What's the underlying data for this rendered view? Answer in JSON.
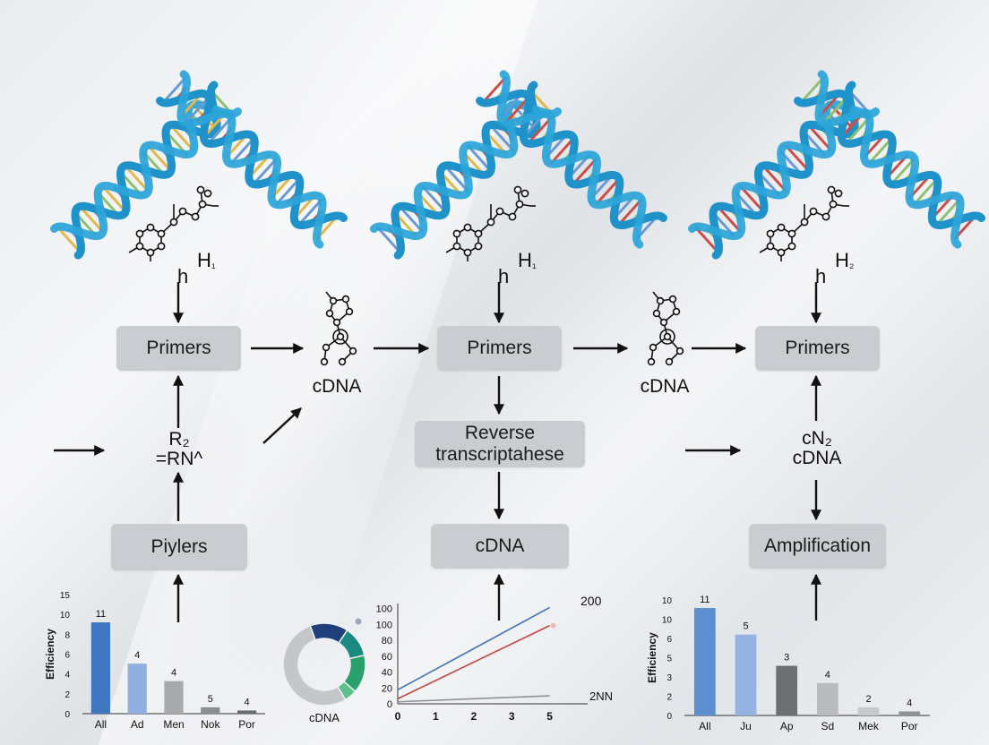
{
  "colors": {
    "helix": "#1f93c9",
    "rung_colors": [
      "#e2b84a",
      "#6a9ad1",
      "#c94f4a",
      "#8fc06f"
    ],
    "box_bg": "#c9ccd1",
    "bar_colors": [
      "#3f78c0",
      "#8fb0e0",
      "#a8aaac",
      "#8c8e90",
      "#6a6c6e"
    ]
  },
  "icons": [
    "dna-helix-icon",
    "molecule-icon",
    "arrow-icon",
    "donut-chart-icon"
  ],
  "formula_labels": {
    "left": {
      "sub": "H",
      "subidx": "₁",
      "main": "h"
    },
    "mid": {
      "sub": "H",
      "subidx": "₁",
      "main": "h"
    },
    "right": {
      "sub": "H",
      "subidx": "₂",
      "main": "h"
    }
  },
  "flow": {
    "left": {
      "primers": "Primers",
      "rna_line1": "R₂",
      "rna_line2": "=RN^",
      "piylers": "Piylers"
    },
    "cdna_left": "cDNA",
    "mid": {
      "primers": "Primers",
      "reverse_line1": "Reverse",
      "reverse_line2": "transcriptahese",
      "cdna": "cDNA"
    },
    "cdna_right": "cDNA",
    "right": {
      "primers": "Primers",
      "cn_line1": "cN₂",
      "cn_line2": "cDNA",
      "amplification": "Amplification"
    }
  },
  "chart_data": [
    {
      "type": "bar",
      "ylabel": "Efficiency",
      "ylim": [
        0,
        15
      ],
      "y_ticks": [
        "0",
        "2",
        "4",
        "6",
        "8",
        "10",
        "15"
      ],
      "categories": [
        "All",
        "Ad",
        "Men",
        "Nok",
        "Por"
      ],
      "values": [
        11.5,
        6.3,
        4.1,
        0.8,
        0.4
      ],
      "data_labels": [
        "11",
        "4",
        "4",
        "5",
        "4"
      ]
    },
    {
      "type": "pie",
      "caption": "cDNA",
      "donut": true,
      "values": [
        15,
        12,
        15,
        5,
        53
      ]
    },
    {
      "type": "line",
      "ylim": [
        0,
        100
      ],
      "xlim": [
        0,
        5
      ],
      "y_ticks": [
        "0",
        "20",
        "40",
        "60",
        "80",
        "100",
        "100"
      ],
      "x_ticks": [
        "0",
        "1",
        "2",
        "3",
        "5"
      ],
      "series": [
        {
          "x": [
            0,
            4
          ],
          "y": [
            14,
            96
          ],
          "color": "#3d74b8"
        },
        {
          "x": [
            0,
            4
          ],
          "y": [
            5,
            78
          ],
          "color": "#c4473d"
        },
        {
          "x": [
            0,
            4
          ],
          "y": [
            2,
            8
          ],
          "color": "#8e9297"
        }
      ],
      "annotations": [
        "200",
        "2NN"
      ]
    },
    {
      "type": "bar",
      "ylabel": "Efficiency",
      "ylim": [
        0,
        10
      ],
      "y_ticks": [
        "0",
        "2",
        "3",
        "5",
        "6",
        "10",
        "10"
      ],
      "categories": [
        "All",
        "Ju",
        "Ap",
        "Sd",
        "Mek",
        "Por"
      ],
      "values": [
        9.3,
        7.0,
        4.3,
        2.8,
        0.7,
        0.35
      ],
      "data_labels": [
        "11",
        "5",
        "3",
        "4",
        "2",
        "4"
      ]
    }
  ]
}
